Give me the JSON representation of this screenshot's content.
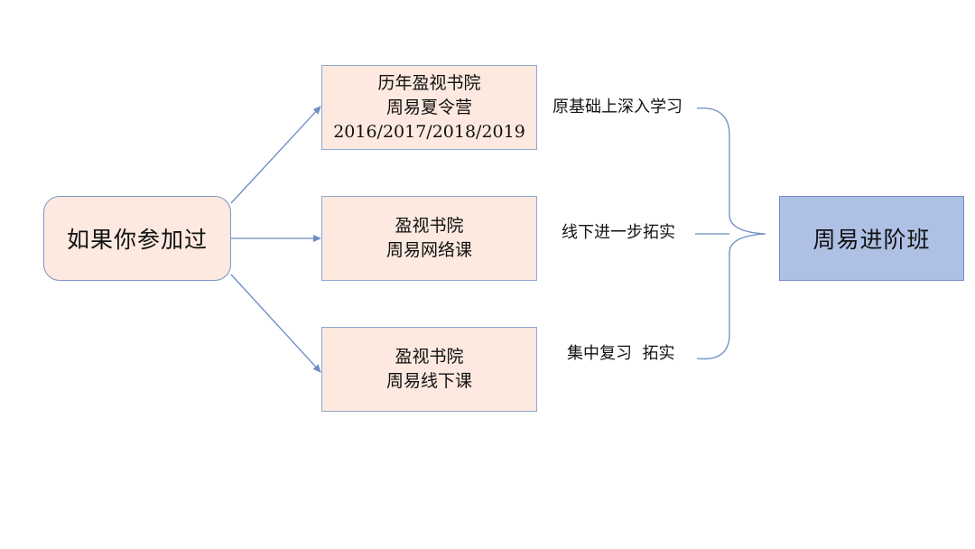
{
  "colors": {
    "start_fill": "#fde9df",
    "source_fill": "#fde9df",
    "target_fill": "#aec1e5",
    "border": "#7b96c7",
    "connector": "#6b8cc5"
  },
  "nodes": {
    "start": {
      "label": "如果你参加过"
    },
    "camp": {
      "lines": [
        "历年盈视书院",
        "周易夏令营",
        "2016/2017/2018/2019"
      ]
    },
    "online": {
      "lines": [
        "盈视书院",
        "周易网络课"
      ]
    },
    "offline": {
      "lines": [
        "盈视书院",
        "周易线下课"
      ]
    },
    "advanced": {
      "label": "周易进阶班"
    }
  },
  "edge_labels": {
    "camp": "原基础上深入学习",
    "online": "线下进一步拓实",
    "offline": "集中复习  拓实"
  }
}
